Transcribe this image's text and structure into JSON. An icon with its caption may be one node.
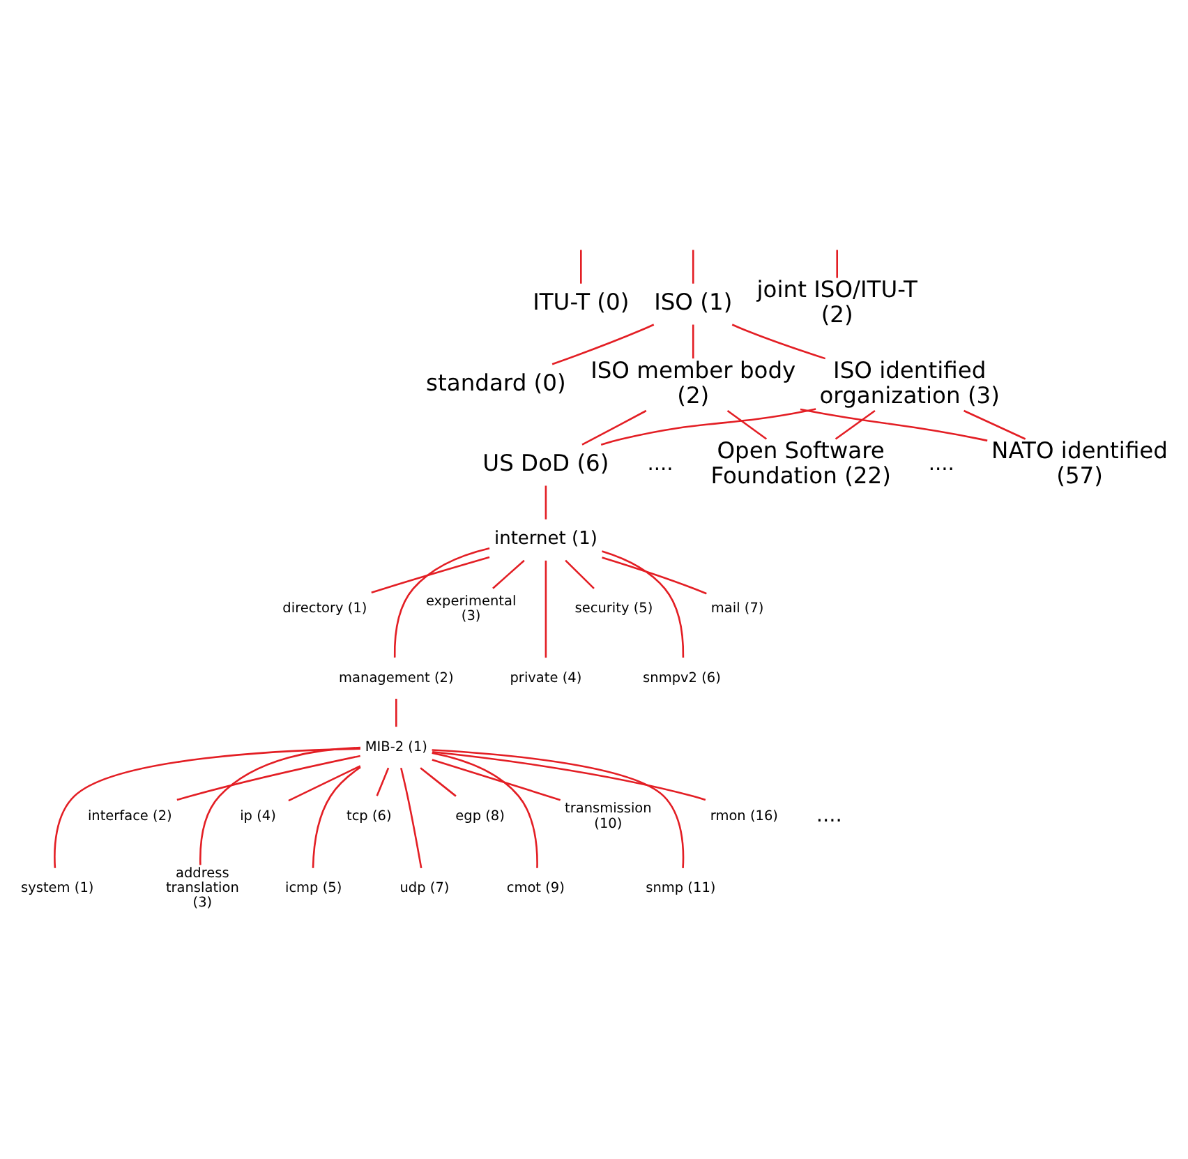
{
  "diagram": {
    "nodes": [
      {
        "text": [
          "ITU-T (0)"
        ]
      },
      {
        "text": [
          "ISO (1)"
        ]
      },
      {
        "text": [
          "joint ISO/ITU-T (2)"
        ]
      },
      {
        "text": [
          "standard (0)"
        ]
      },
      {
        "text": [
          "ISO member body (2)"
        ]
      },
      {
        "text": [
          "ISO identified organization (3)"
        ]
      },
      {
        "text": [
          "US DoD (6)"
        ]
      },
      {
        "text": [
          "Open Software Foundation (22)"
        ]
      },
      {
        "text": [
          "NATO identified (57)"
        ]
      },
      {
        "text": [
          "internet (1)"
        ]
      },
      {
        "text": [
          "directory (1)"
        ]
      },
      {
        "text": [
          "management (2)"
        ]
      },
      {
        "text": [
          "experimental (3)"
        ]
      },
      {
        "text": [
          "private (4)"
        ]
      },
      {
        "text": [
          "security (5)"
        ]
      },
      {
        "text": [
          "snmpv2 (6)"
        ]
      },
      {
        "text": [
          "mail (7)"
        ]
      },
      {
        "text": [
          "MIB-2 (1)"
        ]
      },
      {
        "text": [
          "system (1)"
        ]
      },
      {
        "text": [
          "interface (2)"
        ]
      },
      {
        "text": [
          "address translation (3)"
        ]
      },
      {
        "text": [
          "ip (4)"
        ]
      },
      {
        "text": [
          "icmp (5)"
        ]
      },
      {
        "text": [
          "tcp (6)"
        ]
      },
      {
        "text": [
          "udp (7)"
        ]
      },
      {
        "text": [
          "egp (8)"
        ]
      },
      {
        "text": [
          "cmot (9)"
        ]
      },
      {
        "text": [
          "transmission (10)"
        ]
      },
      {
        "text": [
          "snmp (11)"
        ]
      },
      {
        "text": [
          "rmon (16)"
        ]
      }
    ],
    "edges": [
      {
        "from": null,
        "to": 0,
        "arrow": "none"
      },
      {
        "from": null,
        "to": 1,
        "arrow": "none"
      },
      {
        "from": null,
        "to": 2,
        "arrow": "none"
      },
      {
        "from": 1,
        "to": 3,
        "arrow": "none"
      },
      {
        "from": 1,
        "to": 4,
        "arrow": "none"
      },
      {
        "from": 1,
        "to": 5,
        "arrow": "none"
      },
      {
        "from": 4,
        "to": 6,
        "arrow": "none"
      },
      {
        "from": 4,
        "to": 7,
        "arrow": "none"
      },
      {
        "from": 4,
        "to": 8,
        "arrow": "none"
      },
      {
        "from": 5,
        "to": 6,
        "arrow": "none"
      },
      {
        "from": 5,
        "to": 7,
        "arrow": "none"
      },
      {
        "from": 5,
        "to": 8,
        "arrow": "none"
      },
      {
        "from": 6,
        "to": 9,
        "arrow": "none"
      },
      {
        "from": 9,
        "to": 10,
        "arrow": "none"
      },
      {
        "from": 9,
        "to": 11,
        "arrow": "none"
      },
      {
        "from": 9,
        "to": 12,
        "arrow": "none"
      },
      {
        "from": 9,
        "to": 13,
        "arrow": "none"
      },
      {
        "from": 9,
        "to": 14,
        "arrow": "none"
      },
      {
        "from": 9,
        "to": 15,
        "arrow": "none"
      },
      {
        "from": 9,
        "to": 16,
        "arrow": "none"
      },
      {
        "from": 11,
        "to": 17,
        "arrow": "none"
      },
      {
        "from": 17,
        "to": 18,
        "arrow": "none"
      },
      {
        "from": 17,
        "to": 19,
        "arrow": "none"
      },
      {
        "from": 17,
        "to": 20,
        "arrow": "none"
      },
      {
        "from": 17,
        "to": 21,
        "arrow": "none"
      },
      {
        "from": 17,
        "to": 22,
        "arrow": "none"
      },
      {
        "from": 17,
        "to": 23,
        "arrow": "none"
      },
      {
        "from": 17,
        "to": 24,
        "arrow": "none"
      },
      {
        "from": 17,
        "to": 25,
        "arrow": "none"
      },
      {
        "from": 17,
        "to": 26,
        "arrow": "none"
      },
      {
        "from": 17,
        "to": 27,
        "arrow": "none"
      },
      {
        "from": 17,
        "to": 28,
        "arrow": "none"
      },
      {
        "from": 17,
        "to": 29,
        "arrow": "none"
      }
    ],
    "labels": [
      "....",
      "....",
      "...."
    ]
  }
}
